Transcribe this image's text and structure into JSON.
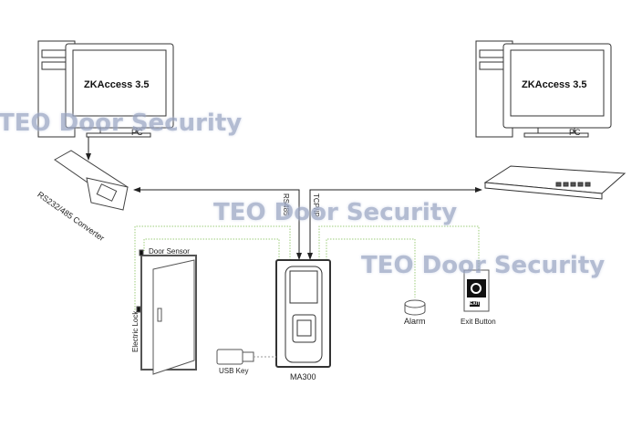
{
  "left_pc": {
    "screen_text": "ZKAccess 3.5",
    "label": "PC"
  },
  "right_pc": {
    "screen_text": "ZKAccess 3.5",
    "label": "PC"
  },
  "converter": {
    "label": "RS232/485 Converter"
  },
  "links": {
    "rs485": "RS485",
    "tcpip": "TCP/IP"
  },
  "door": {
    "sensor": "Door Sensor",
    "lock": "Electric Lock"
  },
  "usb": {
    "label": "USB Key"
  },
  "device": {
    "label": "MA300"
  },
  "alarm": {
    "label": "Alarm"
  },
  "exit": {
    "label": "Exit Button",
    "badge": "EXIT"
  },
  "watermark": "TEO Door Security",
  "colors": {
    "line": "#222222",
    "signal": "#9ccc7a",
    "watermark": "#9aa6c4"
  }
}
